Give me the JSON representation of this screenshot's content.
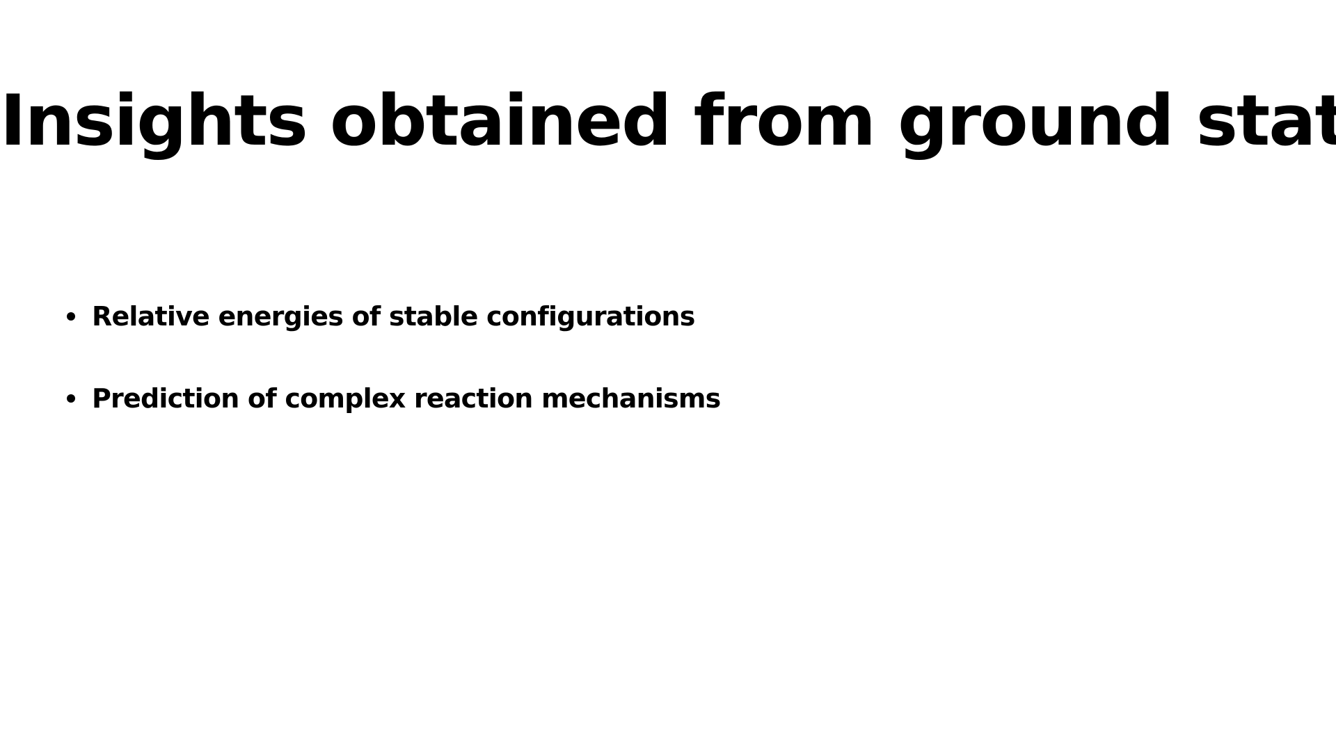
{
  "slide": {
    "title": "Insights obtained from ground state",
    "bullets": [
      {
        "text": "Relative energies of stable configurations"
      },
      {
        "text": "Prediction of complex reaction mechanisms"
      }
    ]
  },
  "colors": {
    "background": "#ffffff",
    "text": "#000000"
  }
}
